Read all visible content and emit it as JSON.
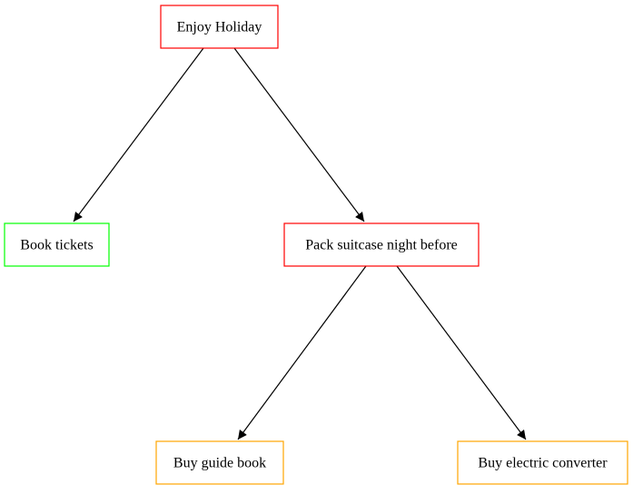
{
  "nodes": [
    {
      "id": "enjoy-holiday",
      "label": "Enjoy Holiday",
      "color": "#ff0000"
    },
    {
      "id": "book-tickets",
      "label": "Book tickets",
      "color": "#00ff00"
    },
    {
      "id": "pack-suitcase",
      "label": "Pack suitcase night before",
      "color": "#ff0000"
    },
    {
      "id": "buy-guide-book",
      "label": "Buy guide book",
      "color": "#ffa500"
    },
    {
      "id": "buy-electric-converter",
      "label": "Buy electric converter",
      "color": "#ffa500"
    }
  ],
  "edges": [
    {
      "from": "enjoy-holiday",
      "to": "book-tickets"
    },
    {
      "from": "enjoy-holiday",
      "to": "pack-suitcase"
    },
    {
      "from": "pack-suitcase",
      "to": "buy-guide-book"
    },
    {
      "from": "pack-suitcase",
      "to": "buy-electric-converter"
    }
  ],
  "edge_color": "#000000"
}
